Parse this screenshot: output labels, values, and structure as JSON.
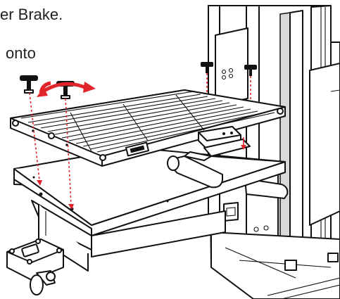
{
  "instructions": {
    "line1": "er Brake.",
    "line2": "onto"
  },
  "colors": {
    "text": "#231f20",
    "line_art": "#111111",
    "highlight_red": "#e0252b"
  },
  "illustration": {
    "figure_name": "roller-conveyor-mounting-illustration",
    "icons": [
      "knob-icon",
      "rotate-arrow-icon",
      "dashed-alignment-arrow-icon",
      "caster-wheel-icon"
    ]
  }
}
